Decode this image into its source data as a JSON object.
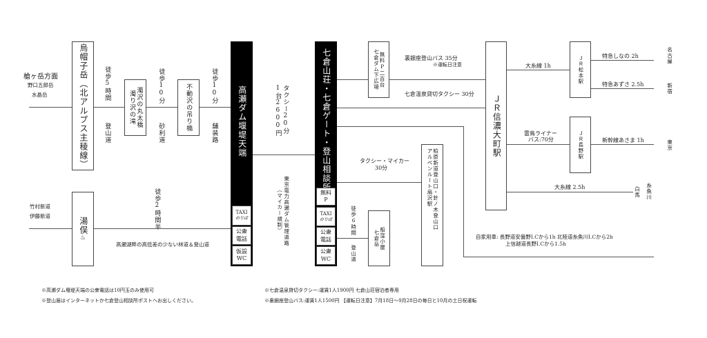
{
  "left": {
    "yari_direction": "槍ヶ岳方面",
    "yari_sub1": "野口五郎岳",
    "yari_sub2": "水晶岳",
    "eboshi": "烏帽子岳（北アルプス主稜線）",
    "walk1_time": "徒歩5時間",
    "walk1_type": "登山道",
    "nigori": "濁り沢の滝",
    "nigori2": "濁沢の丸太橋",
    "walk2_time": "徒歩10分",
    "walk2_type": "砂利道",
    "fudo": "不動沢の吊り橋",
    "walk3_time": "徒歩10分",
    "walk3_type": "舗装路",
    "yumata_sub1": "竹村新道",
    "yumata_sub2": "伊藤新道",
    "yumata": "湯俣",
    "onsen_mark": "♨",
    "walk4_time": "徒歩2時間半",
    "walk4_desc": "高瀬湖畔の高低差の少ない林道＆登山道"
  },
  "takase": {
    "name": "高瀬ダム堰堤天端",
    "taxi": "TAXI",
    "taxi_sub": "のりば",
    "phone": "公衆電話",
    "wc": "仮設WC"
  },
  "between": {
    "taxi_col1": "タクシー20分",
    "taxi_col2": "1台2600円",
    "road_col1": "東京電力高瀬ダム管理道路",
    "road_col2": "（マイカー規制）"
  },
  "nanakura": {
    "name": "七倉山荘・七倉ゲート・登山相談所",
    "parking": "無料P",
    "taxi": "TAXI",
    "taxi_sub": "のりば",
    "phone": "公衆電話",
    "wc": "公衆WC"
  },
  "right": {
    "dam_parking_col1": "七倉ダム下広場",
    "dam_parking_col2": "無料P二百台",
    "bus": "裏銀座登山バス  35分",
    "bus_note": "※運転日注意",
    "charter_taxi": "七倉温泉貸切タクシー  30分",
    "taxi_car": "タクシー・マイカー",
    "taxi_car_time": "30分",
    "alpen_col1": "アルペンルート扇沢駅",
    "alpen_col2": "柏原新道登山口・針ノ木登山口",
    "walk5_time": "徒歩6時間",
    "walk5_type": "登山道",
    "nanakuradake": "七倉岳",
    "nanakuradake2": "船窪小屋",
    "omachi": "ＪＲ信濃大町駅",
    "oito1": "大糸線  1h",
    "matsumoto": "ＪＲ松本駅",
    "shinano": "特急しなの  2h",
    "azusa": "特急あずさ  2.5h",
    "nagoya": "名古屋",
    "shinjuku": "新宿",
    "raicho1": "雷鳥ライナー",
    "raicho2": "バス:70分",
    "nagano": "ＪＲ長野駅",
    "asama": "新幹線あさま  1h",
    "tokyo": "東京",
    "oito2": "大糸線  2.5h",
    "hakuba": "白馬",
    "itoigawa": "糸魚川",
    "car1": "自家用車:  長野道安曇野I.Cから1h  北陸道糸魚川I.Cから2h",
    "car2": "上信越道長野I.Cから1.5h"
  },
  "notes": {
    "n1": "※高瀬ダム堰堤天端の公衆電話は10円玉のみ使用可",
    "n2": "※登山届はインターネットか七倉登山相談所ポストへお出しください。",
    "n3": "※七倉温泉貸切タクシー:運賃1人1900円  七倉山荘宿泊者専用",
    "n4": "※裏銀座登山バス:運賃1人1500円 【運転日注意】7月18日～9月28日の毎日と10月の土日祝運転"
  }
}
